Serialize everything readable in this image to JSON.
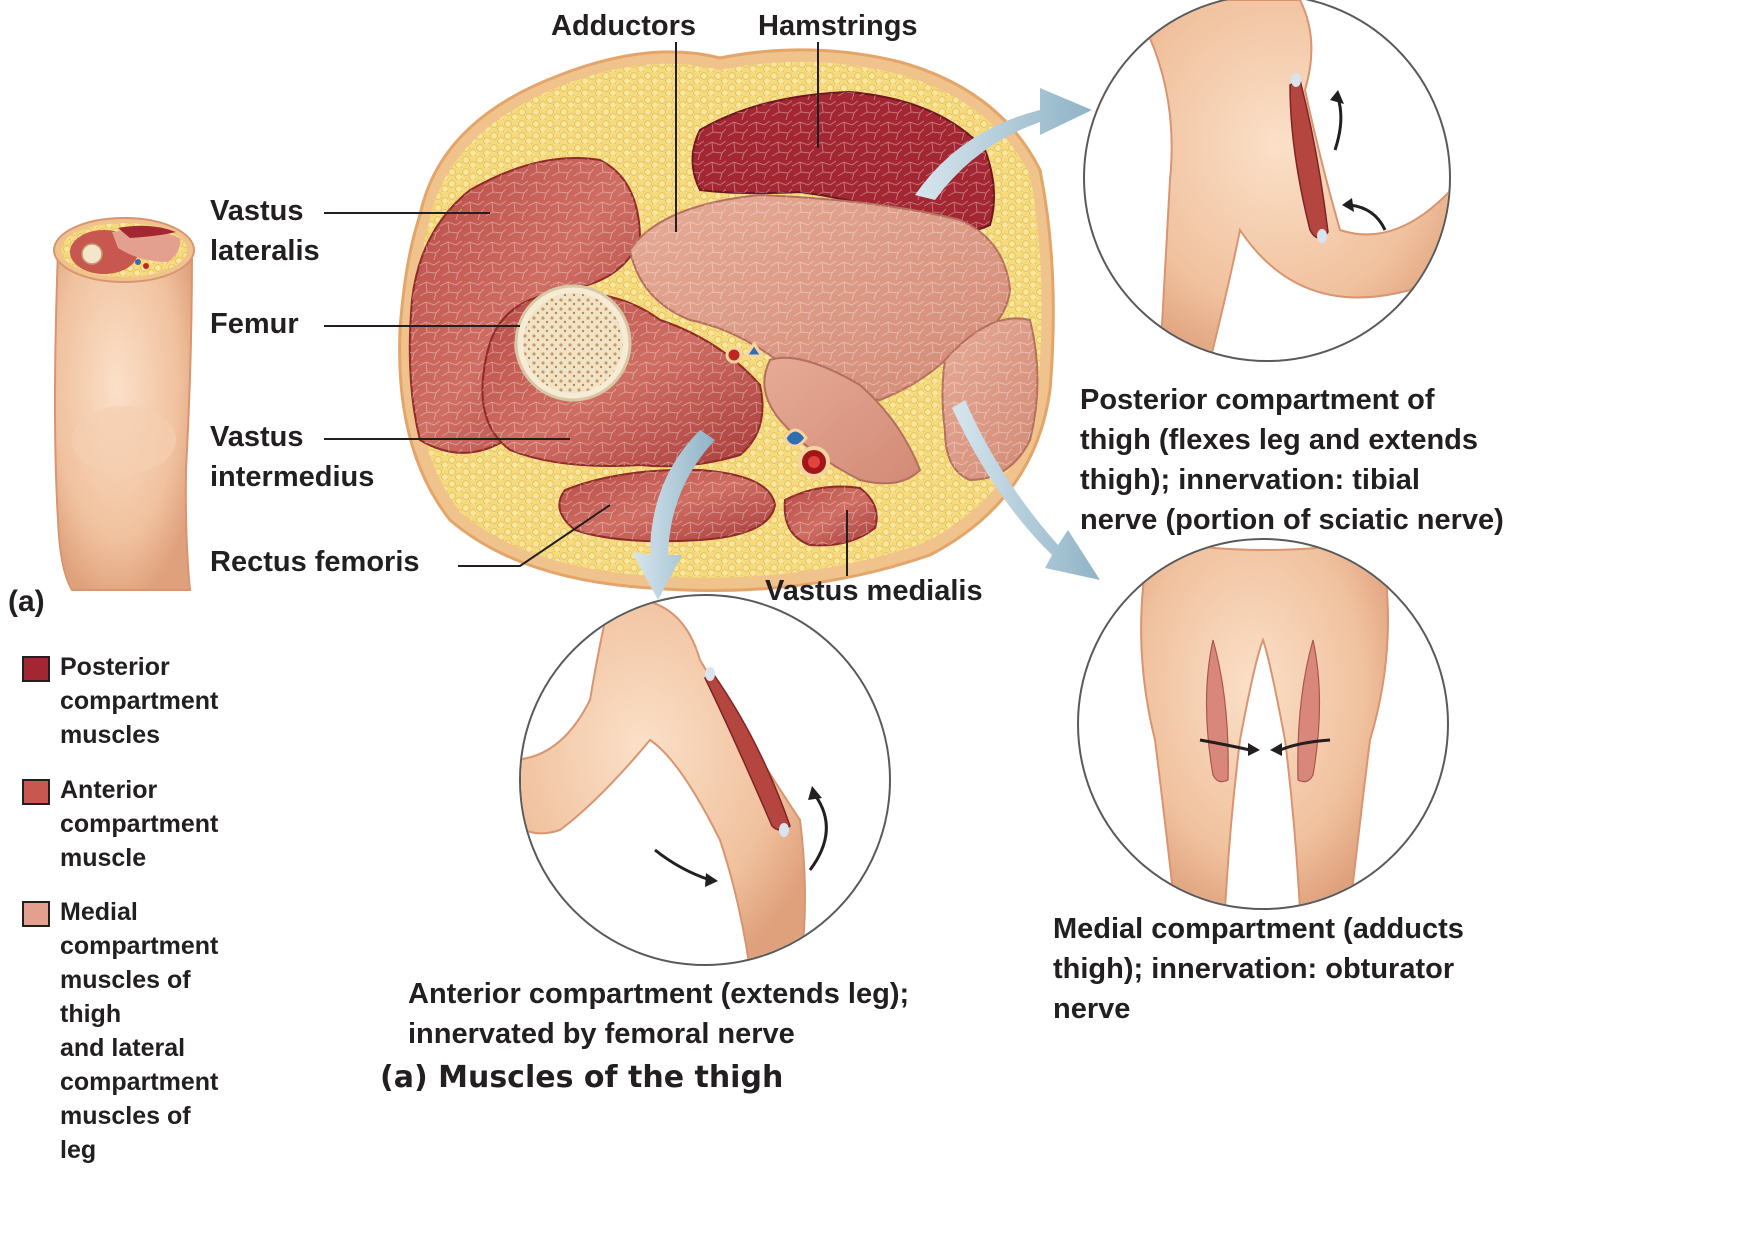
{
  "labels": {
    "adductors": "Adductors",
    "hamstrings": "Hamstrings",
    "vastus_lateralis": "Vastus\nlateralis",
    "femur": "Femur",
    "vastus_intermedius": "Vastus\nintermedius",
    "rectus_femoris": "Rectus femoris",
    "vastus_medialis": "Vastus medialis",
    "panel_letter": "(a)"
  },
  "descriptions": {
    "posterior": "Posterior compartment of\nthigh (flexes leg and extends\nthigh); innervation: tibial\nnerve (portion of sciatic nerve)",
    "anterior": "Anterior compartment (extends leg);\ninnervated by femoral nerve",
    "medial": "Medial compartment (adducts\nthigh); innervation: obturator\nnerve"
  },
  "legend": [
    {
      "label": "Posterior\ncompartment\nmuscles",
      "color": "#a32732"
    },
    {
      "label": "Anterior\ncompartment\nmuscle",
      "color": "#c8574f"
    },
    {
      "label": "Medial\ncompartment\nmuscles of thigh\nand lateral\ncompartment\nmuscles of leg",
      "color": "#e3a08e"
    }
  ],
  "caption": "(a) Muscles of the thigh",
  "colors": {
    "posterior": "#a32732",
    "anterior": "#c8574f",
    "medial": "#e3a08e",
    "fat": "#f5d77a",
    "skin": "#f2c7a4",
    "bone": "#f3e6cc",
    "arrow": "#a8c3d2"
  }
}
